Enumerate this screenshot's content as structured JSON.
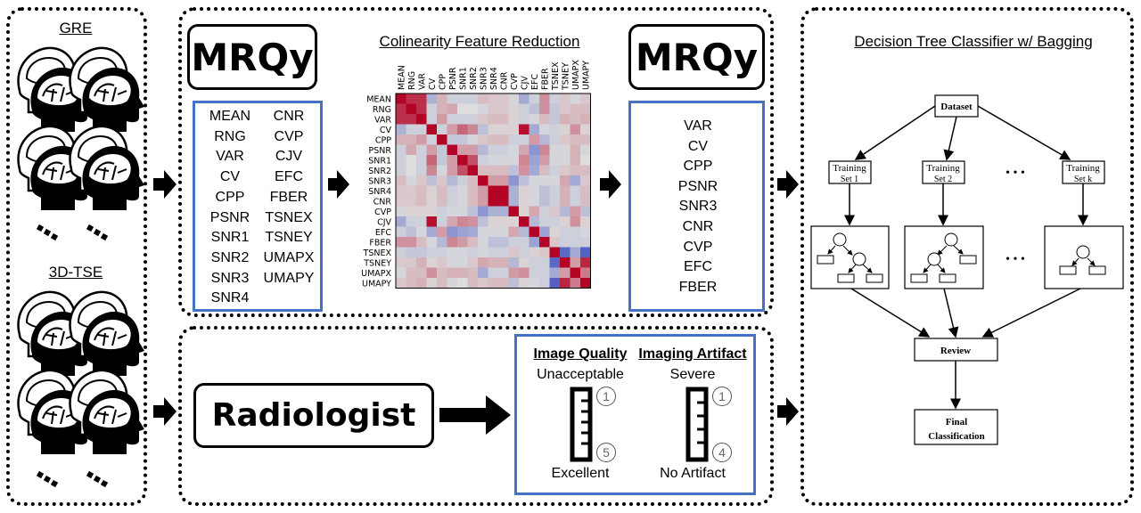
{
  "left_panel": {
    "sequence_1": "GRE",
    "sequence_2": "3D-TSE",
    "icons": [
      "brain-head-icon",
      "ellipsis-icon"
    ]
  },
  "mrqy_top": {
    "label": "MRQy",
    "features_col1": [
      "MEAN",
      "RNG",
      "VAR",
      "CV",
      "CPP",
      "PSNR",
      "SNR1",
      "SNR2",
      "SNR3",
      "SNR4"
    ],
    "features_col2": [
      "CNR",
      "CVP",
      "CJV",
      "EFC",
      "FBER",
      "TSNEX",
      "TSNEY",
      "UMAPX",
      "UMAPY"
    ]
  },
  "colinearity": {
    "title": "Colinearity Feature Reduction",
    "heatmap": {
      "type": "heatmap",
      "labels": [
        "MEAN",
        "RNG",
        "VAR",
        "CV",
        "CPP",
        "PSNR",
        "SNR1",
        "SNR2",
        "SNR3",
        "SNR4",
        "CNR",
        "CVP",
        "CJV",
        "EFC",
        "FBER",
        "TSNEX",
        "TSNEY",
        "UMAPX",
        "UMAPY"
      ],
      "colormap": "coolwarm",
      "range": [
        -1,
        1
      ],
      "values": [
        [
          1,
          0.8,
          0.8,
          -0.3,
          0.2,
          -0.1,
          -0.1,
          -0.1,
          0.15,
          0.1,
          0.1,
          -0.05,
          -0.35,
          -0.1,
          0.35,
          -0.1,
          0.1,
          -0.05,
          0.1
        ],
        [
          0.8,
          1,
          0.8,
          -0.1,
          0.2,
          0.25,
          0,
          0,
          -0.05,
          0.1,
          0.1,
          0.05,
          -0.1,
          -0.2,
          0.35,
          -0.15,
          0.1,
          0.15,
          0.15
        ],
        [
          0.8,
          0.8,
          1,
          -0.1,
          0.3,
          -0.1,
          -0.1,
          -0.1,
          0.1,
          0.15,
          0.15,
          0.05,
          -0.1,
          -0.05,
          0.15,
          -0.15,
          0.2,
          0.15,
          0.2
        ],
        [
          -0.3,
          -0.1,
          -0.1,
          1,
          -0.1,
          0.3,
          0.55,
          0.4,
          -0.2,
          0.05,
          0.05,
          0.05,
          0.95,
          -0.35,
          -0.05,
          -0.1,
          0.05,
          0.35,
          0.05
        ],
        [
          0.2,
          0.2,
          0.3,
          -0.1,
          1,
          -0.15,
          -0.15,
          -0.05,
          0.1,
          0.15,
          0.15,
          -0.1,
          -0.1,
          0.3,
          -0.25,
          -0.1,
          0.1,
          0.15,
          0.15
        ],
        [
          -0.1,
          0.25,
          -0.1,
          0.3,
          -0.15,
          1,
          0.3,
          0.3,
          -0.25,
          -0.1,
          -0.1,
          -0.05,
          0.25,
          -0.5,
          0.4,
          -0.05,
          -0.05,
          0.2,
          -0.05
        ],
        [
          -0.1,
          0,
          -0.1,
          0.55,
          -0.15,
          0.3,
          1,
          0.65,
          -0.1,
          -0.05,
          -0.05,
          -0.05,
          0.4,
          -0.4,
          0.3,
          -0.05,
          -0.05,
          0.2,
          0
        ],
        [
          -0.1,
          0,
          -0.1,
          0.4,
          -0.05,
          0.3,
          0.65,
          1,
          0.15,
          0.15,
          0.15,
          -0.2,
          0.35,
          -0.35,
          0.15,
          -0.1,
          0.1,
          0.15,
          0.15
        ],
        [
          0.15,
          -0.05,
          0.1,
          -0.2,
          0.1,
          -0.25,
          -0.1,
          0.15,
          1,
          0.3,
          0.3,
          -0.5,
          -0.2,
          -0.05,
          -0.05,
          -0.05,
          0.25,
          -0.35,
          0.1
        ],
        [
          0.1,
          0.1,
          0.15,
          0.05,
          0.15,
          -0.1,
          -0.05,
          0.15,
          0.3,
          1,
          1,
          -0.3,
          0.05,
          -0.05,
          -0.2,
          -0.1,
          0.2,
          -0.1,
          0.15
        ],
        [
          0.1,
          0.1,
          0.15,
          0.05,
          0.15,
          -0.1,
          -0.05,
          0.15,
          0.3,
          1,
          1,
          -0.3,
          0.05,
          -0.05,
          -0.2,
          -0.1,
          0.2,
          -0.1,
          0.15
        ],
        [
          -0.05,
          0.05,
          0.05,
          0.05,
          -0.1,
          -0.05,
          -0.05,
          -0.2,
          -0.5,
          -0.3,
          -0.3,
          1,
          0.05,
          0.25,
          -0.1,
          0.1,
          -0.25,
          0.3,
          -0.2
        ],
        [
          -0.35,
          -0.1,
          -0.1,
          0.95,
          -0.1,
          0.25,
          0.4,
          0.35,
          -0.2,
          0.05,
          0.05,
          0.05,
          1,
          -0.25,
          -0.1,
          -0.1,
          0.05,
          0.35,
          0.05
        ],
        [
          -0.1,
          -0.2,
          -0.05,
          -0.35,
          0.3,
          -0.5,
          -0.4,
          -0.35,
          -0.05,
          -0.05,
          -0.05,
          0.25,
          -0.25,
          1,
          -0.4,
          0.05,
          -0.1,
          -0.1,
          -0.05
        ],
        [
          0.35,
          0.35,
          0.15,
          -0.05,
          -0.25,
          0.4,
          0.3,
          0.15,
          -0.05,
          -0.2,
          -0.2,
          -0.1,
          -0.1,
          -0.4,
          1,
          0.1,
          -0.1,
          -0.1,
          -0.1
        ],
        [
          -0.1,
          -0.15,
          -0.15,
          -0.1,
          -0.1,
          -0.05,
          -0.05,
          -0.1,
          -0.05,
          -0.1,
          -0.1,
          0.1,
          -0.1,
          0.05,
          0.1,
          1,
          -0.8,
          -0.35,
          -0.85
        ],
        [
          0.1,
          0.1,
          0.2,
          0.05,
          0.1,
          -0.05,
          -0.05,
          0.1,
          0.25,
          0.2,
          0.2,
          -0.25,
          0.05,
          -0.1,
          -0.1,
          -0.8,
          1,
          0.3,
          0.85
        ],
        [
          -0.05,
          0.15,
          0.15,
          0.35,
          0.15,
          0.2,
          0.2,
          0.15,
          -0.35,
          -0.1,
          -0.1,
          0.3,
          0.35,
          -0.1,
          -0.1,
          -0.35,
          0.3,
          1,
          0.45
        ],
        [
          0.1,
          0.15,
          0.2,
          0.05,
          0.15,
          -0.05,
          0,
          0.15,
          0.1,
          0.15,
          0.15,
          -0.2,
          0.05,
          -0.05,
          -0.1,
          -0.85,
          0.85,
          0.45,
          1
        ]
      ]
    }
  },
  "mrqy_reduced": {
    "label": "MRQy",
    "features": [
      "VAR",
      "CV",
      "CPP",
      "PSNR",
      "SNR3",
      "CNR",
      "CVP",
      "EFC",
      "FBER"
    ]
  },
  "radiologist": {
    "label": "Radiologist",
    "image_quality": {
      "title": "Image Quality",
      "top": "Unacceptable",
      "bottom": "Excellent",
      "min": "1",
      "max": "5"
    },
    "imaging_artifact": {
      "title": "Imaging Artifact",
      "top": "Severe",
      "bottom": "No Artifact",
      "min": "1",
      "max": "4"
    }
  },
  "classifier": {
    "title": "Decision Tree Classifier w/ Bagging",
    "dataset": "Dataset",
    "training_sets": [
      {
        "line1": "Training",
        "line2": "Set 1"
      },
      {
        "line1": "Training",
        "line2": "Set 2"
      },
      {
        "line1": "Training",
        "line2": "Set k"
      }
    ],
    "ellipsis": "• • •",
    "review": "Review",
    "final_line1": "Final",
    "final_line2": "Classification"
  },
  "colors": {
    "accent_blue": "#4472c4",
    "border": "#000000"
  }
}
